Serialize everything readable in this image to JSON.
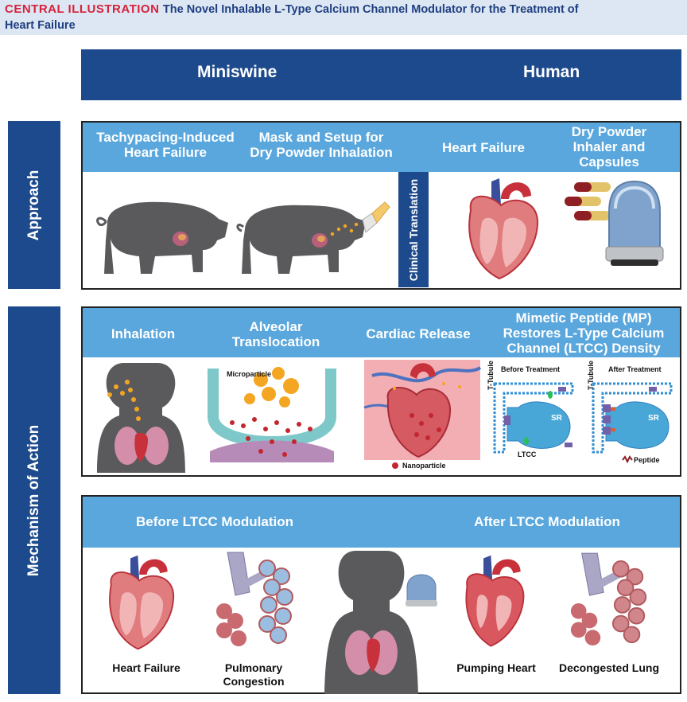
{
  "header": {
    "lead": "CENTRAL ILLUSTRATION",
    "title_line1": "The Novel Inhalable L-Type Calcium Channel Modulator for the Treatment of",
    "title_line2": "Heart Failure"
  },
  "columns": {
    "left": "Miniswine",
    "right": "Human"
  },
  "rows": {
    "approach": "Approach",
    "mechanism": "Mechanism of Action"
  },
  "approach": {
    "tachypacing": [
      "Tachypacing-Induced",
      "Heart Failure"
    ],
    "mask": [
      "Mask and Setup for",
      "Dry Powder Inhalation"
    ],
    "clinical_translation": "Clinical Translation",
    "heart_failure": "Heart Failure",
    "inhaler": [
      "Dry Powder",
      "Inhaler and",
      "Capsules"
    ]
  },
  "mechanism": {
    "inhalation": "Inhalation",
    "alveolar": [
      "Alveolar",
      "Translocation"
    ],
    "cardiac_release": "Cardiac Release",
    "mimetic": [
      "Mimetic Peptide (MP)",
      "Restores L-Type Calcium",
      "Channel (LTCC) Density"
    ],
    "microparticle": "Microparticle",
    "nanoparticle": "Nanoparticle",
    "before_treatment": "Before Treatment",
    "after_treatment": "After Treatment",
    "t_tubule": "T-Tubule",
    "sr": "SR",
    "ltcc": "LTCC",
    "peptide": "Peptide"
  },
  "modulation": {
    "before": "Before LTCC Modulation",
    "after": "After LTCC Modulation",
    "heart_failure": "Heart Failure",
    "pulmonary": [
      "Pulmonary",
      "Congestion"
    ],
    "pumping": "Pumping Heart",
    "decongested": "Decongested Lung"
  },
  "colors": {
    "navy": "#1d4a8c",
    "sky": "#5aa7dd",
    "title_red": "#d6233b",
    "pig_gray": "#5a5a5c",
    "heart_red": "#c8313b",
    "particle_orange": "#f4a623"
  }
}
